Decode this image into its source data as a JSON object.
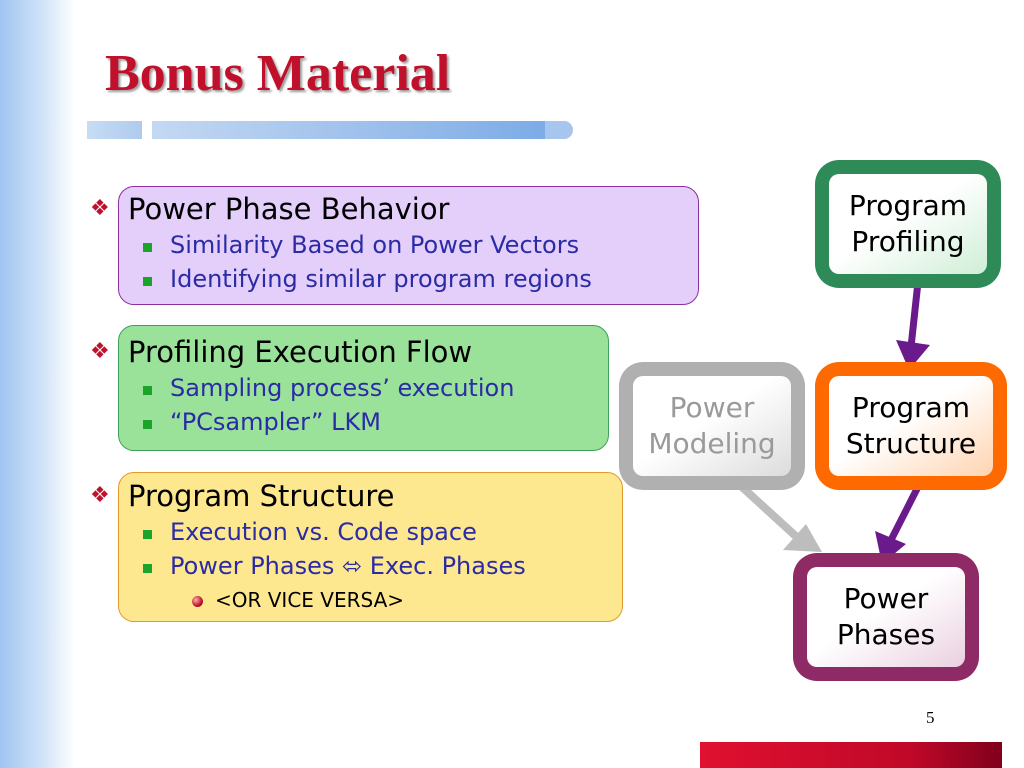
{
  "slide": {
    "title": "Bonus Material",
    "number": "5"
  },
  "sections": [
    {
      "heading": "Power Phase Behavior",
      "items": [
        "Similarity Based on Power Vectors",
        "Identifying similar program regions"
      ]
    },
    {
      "heading": "Profiling Execution Flow",
      "items": [
        "Sampling process’ execution",
        "“PCsampler” LKM"
      ]
    },
    {
      "heading": "Program Structure",
      "items": [
        "Execution vs. Code space",
        "Power Phases ⬄ Exec. Phases"
      ],
      "subitems": [
        "<OR VICE VERSA>"
      ]
    }
  ],
  "diagram": {
    "nodes": {
      "profiling": "Program\nProfiling",
      "structure": "Program\nStructure",
      "modeling": "Power\nModeling",
      "phases": "Power\nPhases"
    }
  },
  "bullets": {
    "level1": "❖"
  },
  "colors": {
    "title": "#c0102c",
    "subitem_text": "#2b2ba6",
    "profiling_border": "#2e8b57",
    "structure_border": "#ff6a00",
    "modeling_border": "#b0b0b0",
    "phases_border": "#8e2a66",
    "arrow_main": "#6a1a8a",
    "arrow_gray": "#bdbdbd"
  }
}
